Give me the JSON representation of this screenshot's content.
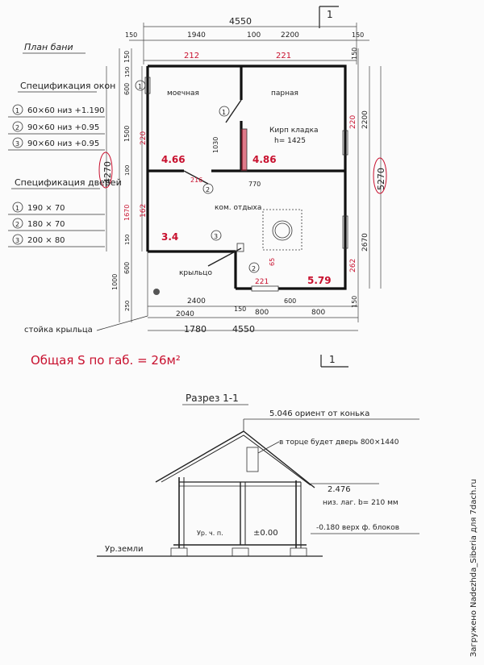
{
  "sheet": {
    "section_marker_top": "1",
    "section_marker_bottom": "1",
    "watermark": "Загружено Nadezhda_Siberia для 7dach.ru"
  },
  "plan": {
    "title": "План бани",
    "overall_width": "4550",
    "overall_width_bottom": "4550",
    "overall_height_left": "4270",
    "overall_height_right": "5270",
    "dims_top": [
      "150",
      "1940",
      "100",
      "2200",
      "150"
    ],
    "dims_top_red": [
      "212",
      "221"
    ],
    "dims_bottom": [
      "2400",
      "150",
      "800",
      "600",
      "800"
    ],
    "dims_bottom_2": [
      "2040",
      "1780"
    ],
    "dims_left": [
      "150",
      "600",
      "150",
      "1500",
      "100",
      "1670",
      "150",
      "600",
      "1000",
      "250"
    ],
    "dims_left_red": [
      "220",
      "162"
    ],
    "dims_right": [
      "150",
      "2200",
      "2670",
      "150"
    ],
    "dims_right_red": [
      "220",
      "262"
    ],
    "rooms": {
      "washroom": "моечная",
      "steam": "парная",
      "rest": "ком. отдыха",
      "porch": "крыльцо"
    },
    "areas": [
      "4.66",
      "4.86",
      "3.4",
      "5.79"
    ],
    "brick_label": "Кирп кладка",
    "brick_height": "h= 1425",
    "misc_dims": [
      "1030",
      "770",
      "216",
      "221",
      "65"
    ],
    "porch_stand": "стойка крыльца"
  },
  "windows_spec": {
    "title": "Спецификация окон",
    "items": [
      {
        "num": "1",
        "text": "60×60 низ +1.190"
      },
      {
        "num": "2",
        "text": "90×60 низ +0.95"
      },
      {
        "num": "3",
        "text": "90×60 низ +0.95"
      }
    ]
  },
  "doors_spec": {
    "title": "Спецификация дверей",
    "items": [
      {
        "num": "1",
        "text": "190 × 70"
      },
      {
        "num": "2",
        "text": "180 × 70"
      },
      {
        "num": "3",
        "text": "200 × 80"
      }
    ]
  },
  "total_area": "Общая S по габ. = 26м²",
  "section": {
    "title": "Разрез 1-1",
    "ridge_label": "5.046 ориент от конька",
    "door_note": "в торце будет дверь 800×1440",
    "mark_2476": "2.476",
    "beam_note": "низ. лаг. b= 210 мм",
    "block_top": "-0.180 верх ф. блоков",
    "ground": "Ур.земли",
    "floor_level": "±0.00",
    "floor_short": "Ур. ч. п."
  },
  "colors": {
    "ink": "#222222",
    "red": "#c8102e"
  }
}
